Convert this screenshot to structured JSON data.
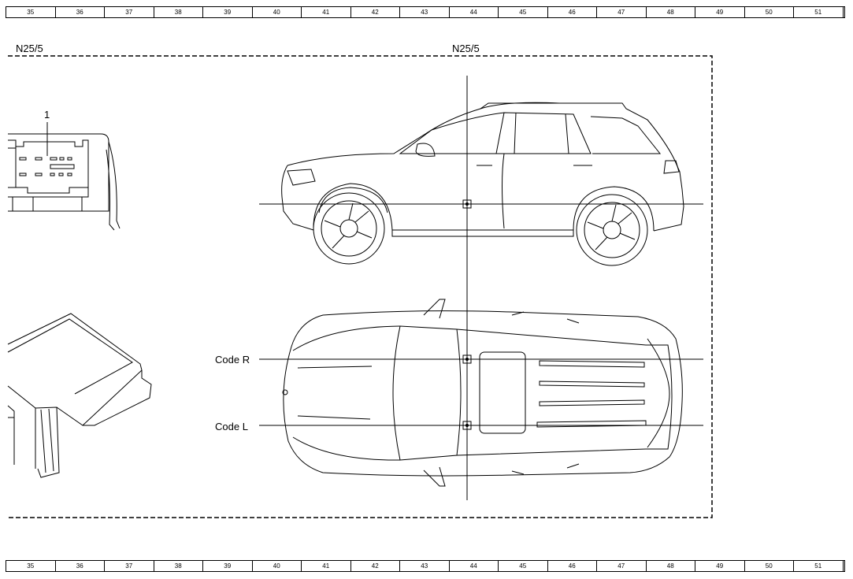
{
  "ruler": {
    "top": [
      "35",
      "36",
      "37",
      "38",
      "39",
      "40",
      "41",
      "42",
      "43",
      "44",
      "45",
      "46",
      "47",
      "48",
      "49",
      "50",
      "51"
    ],
    "bottom": [
      "35",
      "36",
      "37",
      "38",
      "39",
      "40",
      "41",
      "42",
      "43",
      "44",
      "45",
      "46",
      "47",
      "48",
      "49",
      "50",
      "51"
    ]
  },
  "labels": {
    "component_left": "N25/5",
    "component_center": "N25/5",
    "connector_callout": "1",
    "code_r": "Code R",
    "code_l": "Code L"
  },
  "colors": {
    "line": "#000000",
    "background": "#ffffff"
  }
}
